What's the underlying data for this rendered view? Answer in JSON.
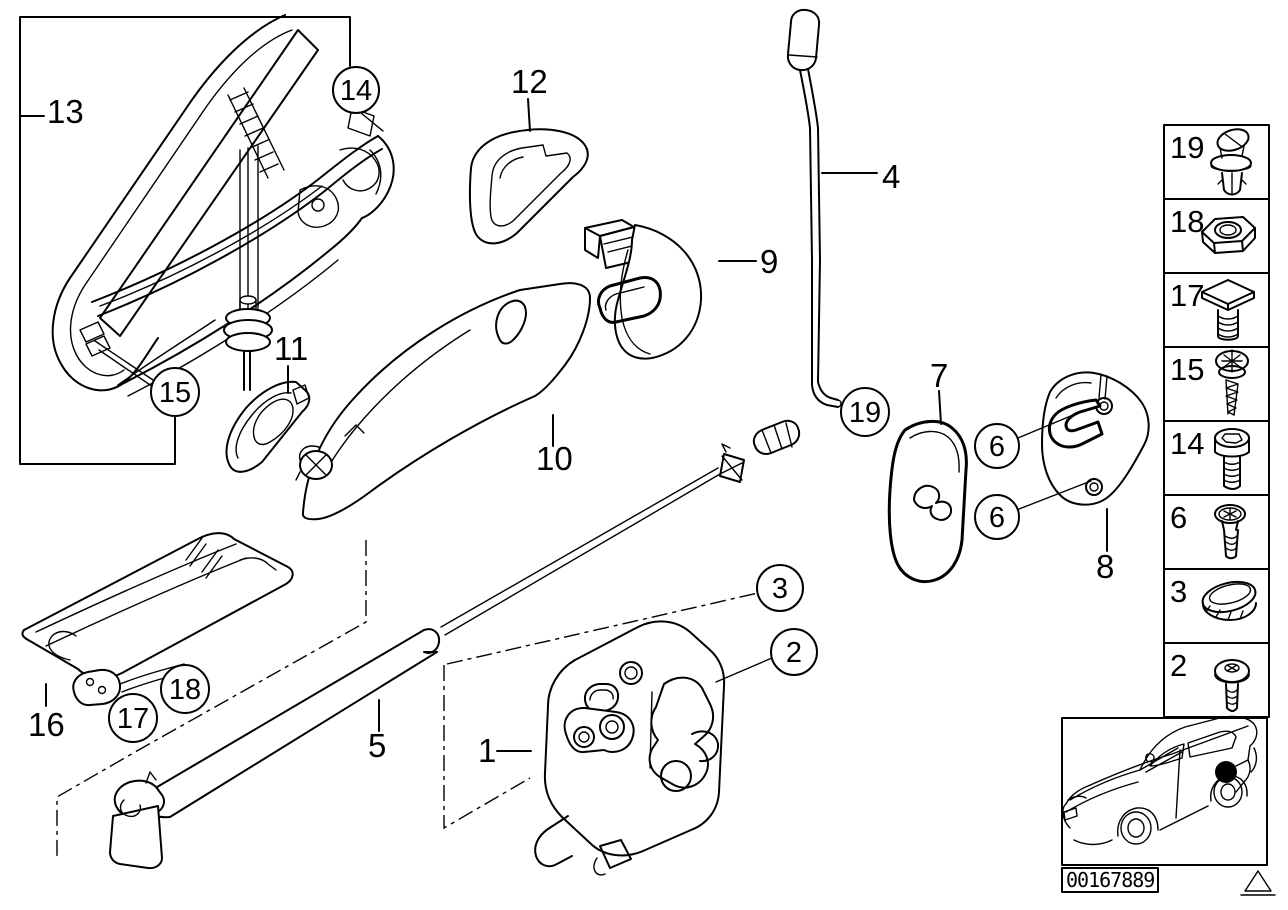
{
  "part_labels": {
    "p1": "1",
    "p2": "2",
    "p3": "3",
    "p4": "4",
    "p5": "5",
    "p6": "6",
    "p7": "7",
    "p8": "8",
    "p9": "9",
    "p10": "10",
    "p11": "11",
    "p12": "12",
    "p13": "13",
    "p14": "14",
    "p15": "15",
    "p16": "16",
    "p17": "17",
    "p18": "18",
    "p19": "19"
  },
  "sidebar": {
    "items": [
      {
        "num": "19",
        "icon": "expansion-rivet-icon"
      },
      {
        "num": "18",
        "icon": "hex-nut-icon"
      },
      {
        "num": "17",
        "icon": "square-head-screw-icon"
      },
      {
        "num": "15",
        "icon": "washer-screw-icon"
      },
      {
        "num": "14",
        "icon": "socket-cap-screw-icon"
      },
      {
        "num": "6",
        "icon": "torx-bolt-icon"
      },
      {
        "num": "3",
        "icon": "oval-grommet-icon"
      },
      {
        "num": "2",
        "icon": "torx-button-screw-icon"
      }
    ]
  },
  "footer": {
    "plate_number": "00167889",
    "symbol": "warning-triangle-icon"
  },
  "colors": {
    "line": "#000000",
    "background": "#ffffff"
  }
}
